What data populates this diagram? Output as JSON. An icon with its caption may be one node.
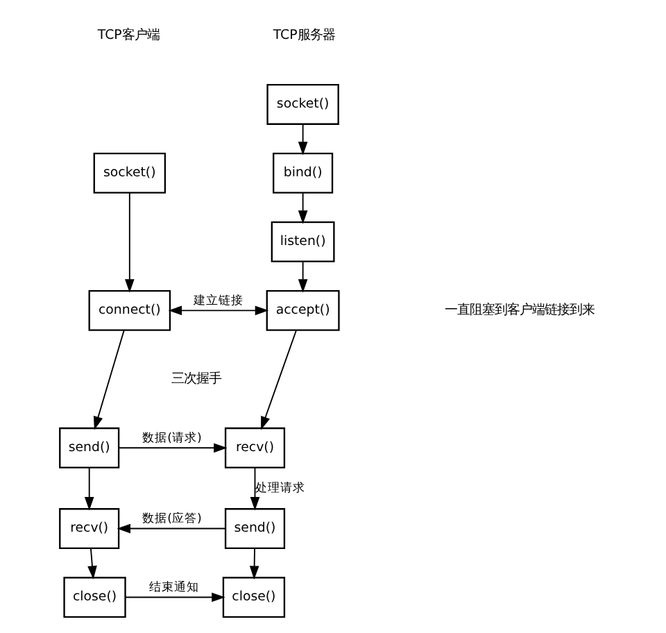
{
  "diagram": {
    "nodes": [
      {
        "text": [
          "socket()"
        ]
      },
      {
        "text": [
          "connect()"
        ]
      },
      {
        "text": [
          "send()"
        ]
      },
      {
        "text": [
          "recv()"
        ]
      },
      {
        "text": [
          "close()"
        ]
      },
      {
        "text": [
          "socket()"
        ]
      },
      {
        "text": [
          "bind()"
        ]
      },
      {
        "text": [
          "listen()"
        ]
      },
      {
        "text": [
          "accept()"
        ]
      },
      {
        "text": [
          "recv()"
        ]
      },
      {
        "text": [
          "send()"
        ]
      },
      {
        "text": [
          "close()"
        ]
      }
    ],
    "edges": [
      {
        "from": 0,
        "to": 1,
        "arrow": "to"
      },
      {
        "from": 1,
        "to": 2,
        "arrow": "to"
      },
      {
        "from": 2,
        "to": 3,
        "arrow": "to"
      },
      {
        "from": 3,
        "to": 4,
        "arrow": "to"
      },
      {
        "from": 5,
        "to": 6,
        "arrow": "to"
      },
      {
        "from": 6,
        "to": 7,
        "arrow": "to"
      },
      {
        "from": 7,
        "to": 8,
        "arrow": "to"
      },
      {
        "from": 8,
        "to": 9,
        "arrow": "to"
      },
      {
        "from": 9,
        "to": 10,
        "arrow": "to",
        "label": "处理请求"
      },
      {
        "from": 10,
        "to": 11,
        "arrow": "to"
      },
      {
        "from": 1,
        "to": 8,
        "arrow": "both",
        "label": "建立链接"
      },
      {
        "from": 2,
        "to": 9,
        "arrow": "to",
        "label": "数据(请求)"
      },
      {
        "from": 10,
        "to": 3,
        "arrow": "to",
        "label": "数据(应答)"
      },
      {
        "from": 4,
        "to": 11,
        "arrow": "to",
        "label": "结束通知"
      }
    ],
    "labels": [
      "TCP服务器",
      "TCP客户端",
      "三次握手",
      "一直阻塞到客户端链接到来"
    ]
  }
}
